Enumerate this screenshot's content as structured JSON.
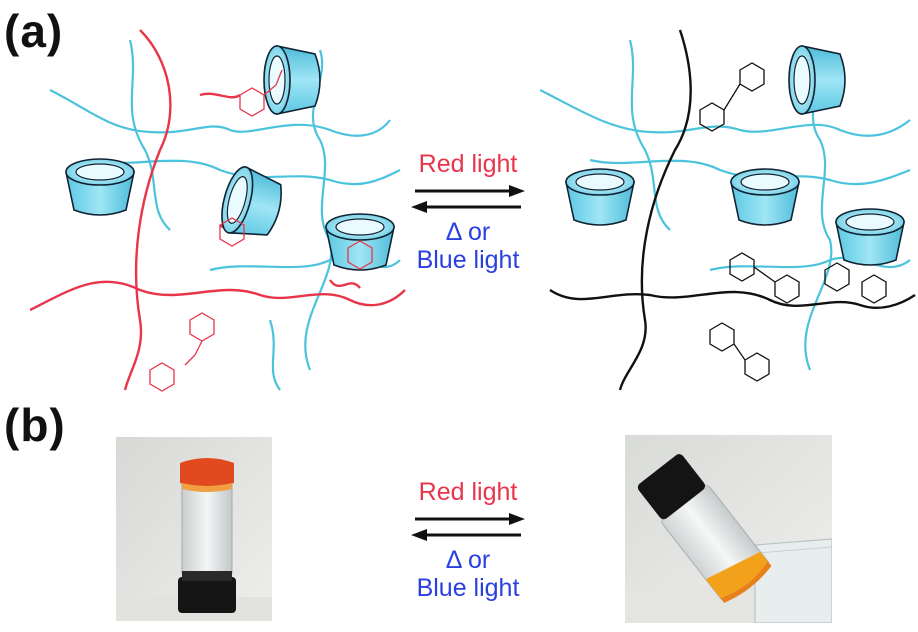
{
  "panel_labels": {
    "a": "(a)",
    "b": "(b)"
  },
  "arrows": {
    "forward_label": "Red light",
    "reverse_label_symbol": "Δ or",
    "reverse_label_text": "Blue light"
  },
  "colors": {
    "red_polymer": "#e8354a",
    "blue_polymer": "#4cc3dd",
    "cyclodextrin": "#6fd3ec",
    "forward_text": "#e8354a",
    "reverse_text": "#2a3fe0"
  },
  "icons": [
    "cyclodextrin-cup-icon",
    "azobenzene-molecule-icon",
    "vial-icon"
  ]
}
